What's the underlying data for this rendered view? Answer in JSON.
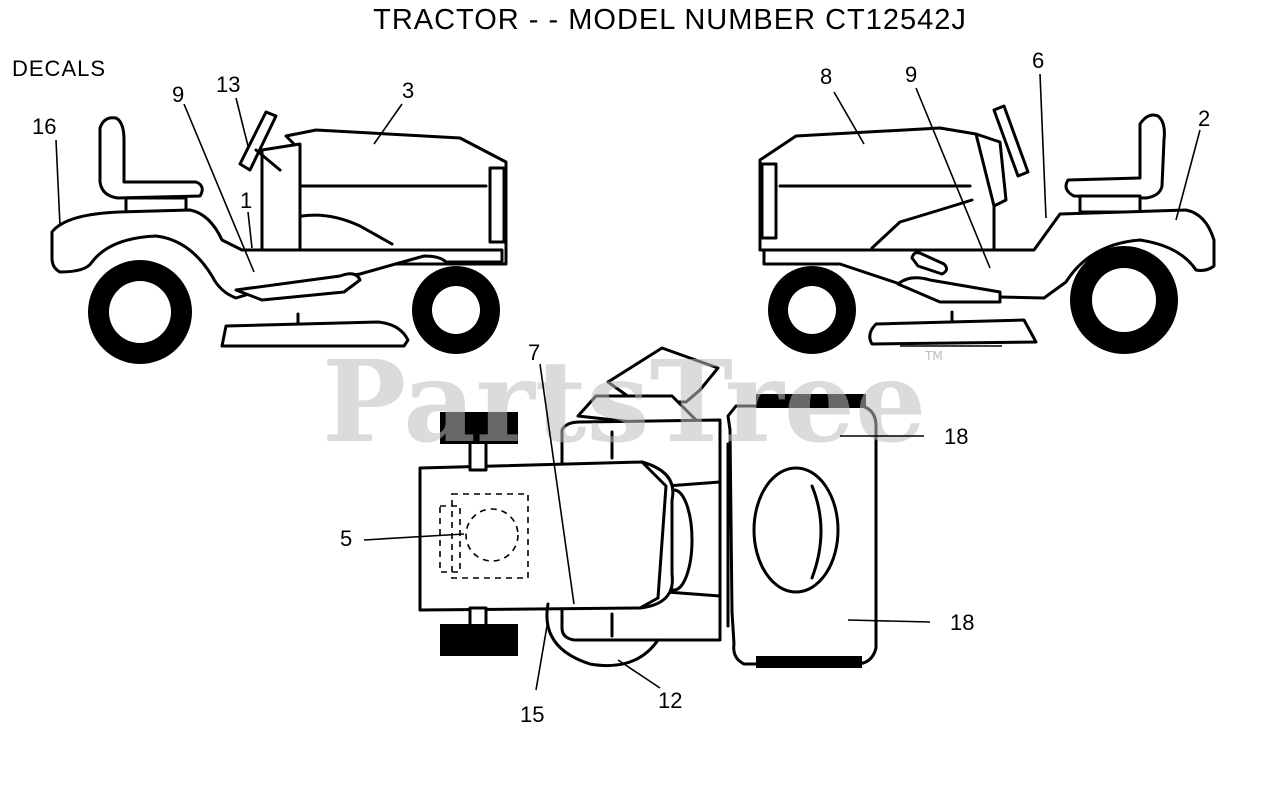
{
  "title": "TRACTOR - - MODEL NUMBER CT12542J",
  "section_label": "DECALS",
  "watermark": "PartsTree",
  "watermark_tm": "TM",
  "callouts": {
    "left_view": [
      "16",
      "9",
      "13",
      "3",
      "1"
    ],
    "right_view": [
      "8",
      "9",
      "6",
      "2"
    ],
    "top_view": [
      "7",
      "18",
      "5",
      "18",
      "15",
      "12"
    ]
  },
  "colors": {
    "line": "#000000",
    "background": "#ffffff",
    "watermark": "#bdbdbd"
  }
}
